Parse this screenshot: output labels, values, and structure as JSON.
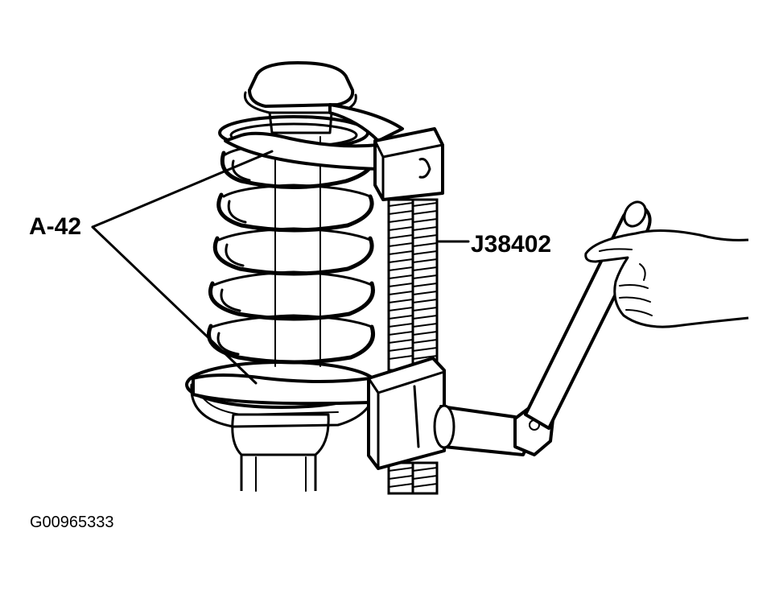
{
  "figure": {
    "callouts": {
      "spring": "A-42",
      "compressor": "J38402"
    },
    "figure_id": "G00965333"
  }
}
